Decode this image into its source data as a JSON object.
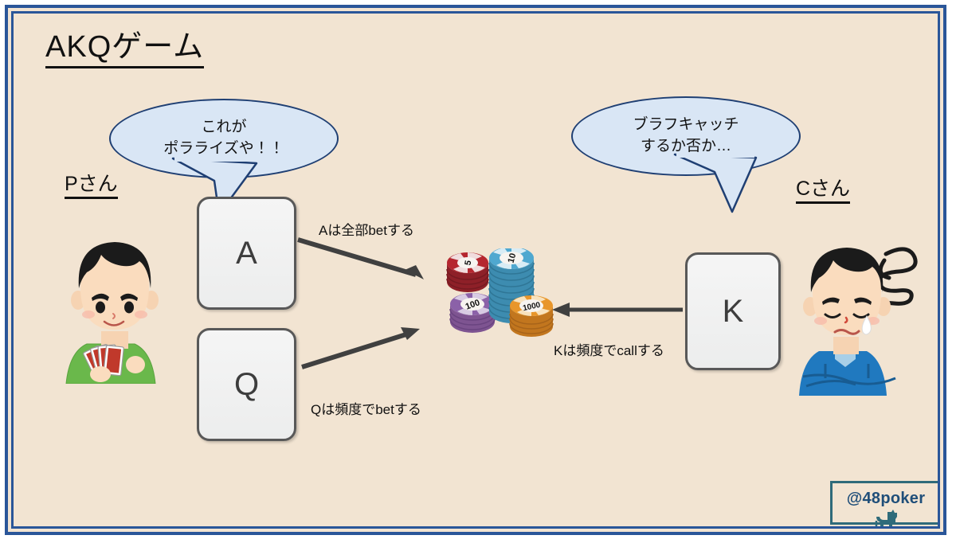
{
  "slide": {
    "title": "AKQゲーム",
    "background_color": "#f2e4d2",
    "border_color": "#2a5699"
  },
  "players": {
    "p": {
      "label": "Pさん",
      "bubble_line1": "これが",
      "bubble_line2": "ポラライズや！！",
      "shirt_color": "#6ab84b",
      "expression": "confident"
    },
    "c": {
      "label": "Cさん",
      "bubble_line1": "ブラフキャッチ",
      "bubble_line2": "するか否か…",
      "shirt_color": "#2079bf",
      "expression": "troubled"
    }
  },
  "cards": [
    {
      "rank": "A",
      "owner": "p"
    },
    {
      "rank": "Q",
      "owner": "p"
    },
    {
      "rank": "K",
      "owner": "c"
    }
  ],
  "actions": [
    {
      "id": "a-bet",
      "caption": "Aは全部betする",
      "direction": "right"
    },
    {
      "id": "q-bet",
      "caption": "Qは頻度でbetする",
      "direction": "right"
    },
    {
      "id": "k-call",
      "caption": "Kは頻度でcallする",
      "direction": "left"
    }
  ],
  "pot": {
    "chips": [
      {
        "value": "5",
        "color": "#b5262f"
      },
      {
        "value": "10",
        "color": "#4fa8d0"
      },
      {
        "value": "100",
        "color": "#8b61a8"
      },
      {
        "value": "1000",
        "color": "#e8962b"
      }
    ]
  },
  "watermark": {
    "handle": "@48poker",
    "icon": "dog-icon",
    "frame_color": "#2f6b7a",
    "text_color": "#1f4e79"
  },
  "bubble_style": {
    "fill": "#d9e6f5",
    "stroke": "#1f3f73"
  },
  "arrow_color": "#404040"
}
